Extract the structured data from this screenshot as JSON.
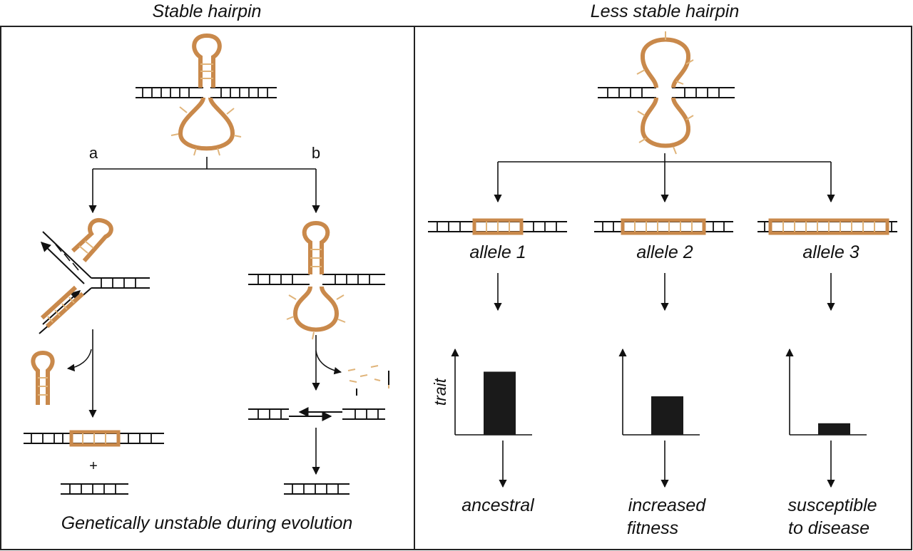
{
  "left_panel": {
    "title": "Stable hairpin",
    "branch_a_label": "a",
    "branch_b_label": "b",
    "plus_sign": "+",
    "footer": "Genetically unstable during evolution"
  },
  "right_panel": {
    "title": "Less stable hairpin",
    "alleles": [
      {
        "label": "allele 1",
        "outcome": [
          "ancestral"
        ],
        "trait_level": 0.82
      },
      {
        "label": "allele 2",
        "outcome": [
          "increased",
          "fitness"
        ],
        "trait_level": 0.5
      },
      {
        "label": "allele 3",
        "outcome": [
          "susceptible",
          "to disease"
        ],
        "trait_level": 0.15
      }
    ],
    "axis_label": "trait"
  },
  "colors": {
    "strand": "#111111",
    "hairpin": "#c9894b",
    "hairpin_rung": "#e0b47a",
    "bar": "#1a1a1a",
    "frame": "#222222"
  }
}
